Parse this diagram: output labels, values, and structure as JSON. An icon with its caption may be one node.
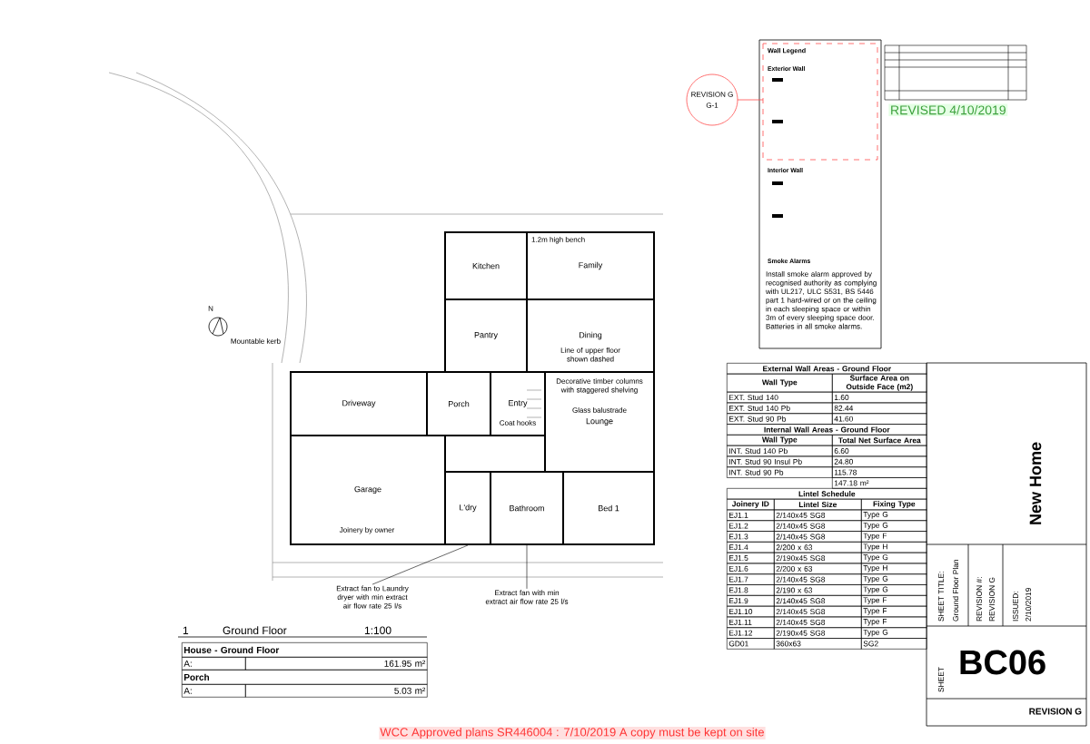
{
  "diagram": {
    "nodes": [
      {
        "text": [
          "Kitchen"
        ]
      },
      {
        "text": [
          "Pantry"
        ]
      },
      {
        "text": [
          "Family"
        ]
      },
      {
        "text": [
          "Dining"
        ]
      },
      {
        "text": [
          "Driveway"
        ]
      },
      {
        "text": [
          "Porch"
        ]
      },
      {
        "text": [
          "Entry"
        ]
      },
      {
        "text": [
          "Lounge"
        ]
      },
      {
        "text": [
          "Garage"
        ]
      },
      {
        "text": [
          "L'dry"
        ]
      },
      {
        "text": [
          "Bathroom"
        ]
      },
      {
        "text": [
          "Bed 1"
        ]
      },
      {
        "text": [
          "Extract fan to Laundry dryer with min extract air flow rate 25 l/s"
        ]
      },
      {
        "text": [
          "Extract fan with min extract air flow rate 25 l/s"
        ]
      }
    ],
    "edges": [
      {
        "from": 12,
        "to": 9,
        "arrow": "none"
      },
      {
        "from": 13,
        "to": 10,
        "arrow": "none"
      }
    ],
    "labels": [
      "Wall Legend",
      "Exterior Wall",
      "Interior Wall",
      "Smoke Alarms",
      "Install smoke alarm approved by recognised authority as complying with UL217, ULC S531, BS 5446 part 1 hard-wired or on the ceiling in each sleeping space or within 3m of every sleeping space door. Batteries in all smoke alarms.",
      "REVISION G",
      "G-1",
      "REVISED 4/10/2019",
      "1.2m high bench",
      "Line of upper floor shown dashed",
      "Decorative timber columns with staggered shelving",
      "Coat hooks",
      "Glass balustrade",
      "Mountable kerb",
      "Joinery by owner",
      "N",
      "1",
      "Ground Floor",
      "1:100",
      "House - Ground Floor",
      "A:",
      "161.95 m²",
      "Porch",
      "A:",
      "5.03 m²",
      "External Wall Areas - Ground Floor",
      "Wall Type",
      "Surface Area on Outside Face (m2)",
      "EXT. Stud 140",
      "1.60",
      "EXT. Stud 140 Pb",
      "82.44",
      "EXT. Stud 90 Pb",
      "41.60",
      "Internal Wall Areas - Ground Floor",
      "Wall Type",
      "Total Net Surface Area",
      "INT. Stud 140 Pb",
      "6.60",
      "INT. Stud 90 Insul Pb",
      "24.80",
      "INT. Stud 90 Pb",
      "115.78",
      "147.18 m²",
      "Lintel Schedule",
      "Joinery ID",
      "Lintel Size",
      "Fixing Type",
      "EJ1.1",
      "2/140x45 SG8",
      "Type G",
      "EJ1.2",
      "2/140x45 SG8",
      "Type G",
      "EJ1.3",
      "2/140x45 SG8",
      "Type F",
      "EJ1.4",
      "2/200 x 63",
      "Type H",
      "EJ1.5",
      "2/190x45 SG8",
      "Type G",
      "EJ1.6",
      "2/200 x 63",
      "Type H",
      "EJ1.7",
      "2/140x45 SG8",
      "Type G",
      "EJ1.8",
      "2/190 x 63",
      "Type G",
      "EJ1.9",
      "2/140x45 SG8",
      "Type F",
      "EJ1.10",
      "2/140x45 SG8",
      "Type F",
      "EJ1.11",
      "2/140x45 SG8",
      "Type F",
      "EJ1.12",
      "2/190x45 SG8",
      "Type G",
      "GD01",
      "360x63",
      "SG2",
      "New Home",
      "SHEET TITLE:",
      "Ground Floor Plan",
      "REVISION #:",
      "REVISION G",
      "ISSUED:",
      "2/10/2019",
      "SHEET",
      "BC06",
      "REVISION G",
      "WCC Approved plans SR446004 : 7/10/2019 A copy must be kept on site"
    ]
  }
}
